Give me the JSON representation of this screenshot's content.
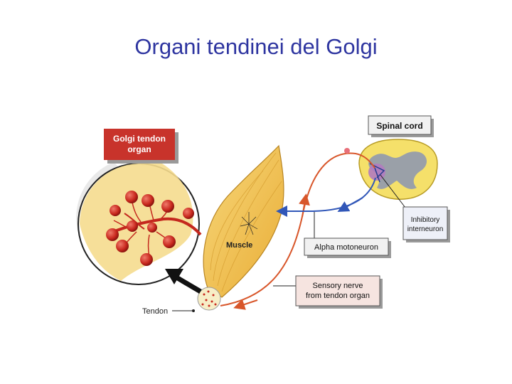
{
  "slide": {
    "title": "Organi tendinei del Golgi"
  },
  "diagram": {
    "labels": {
      "golgi_line1": "Golgi tendon",
      "golgi_line2": "organ",
      "spinal_cord": "Spinal cord",
      "inhibitory_line1": "Inhibitory",
      "inhibitory_line2": "interneuron",
      "muscle": "Muscle",
      "alpha_motoneuron": "Alpha motoneuron",
      "sensory_line1": "Sensory nerve",
      "sensory_line2": "from tendon organ",
      "tendon": "Tendon"
    },
    "colors": {
      "title": "#2e35a0",
      "red_label_box": "#c8332b",
      "muscle": "#f2c04e",
      "sensory_nerve": "#d8562a",
      "motor_nerve": "#3157b8",
      "spinal_cord": "#f5e06a",
      "grey_matter": "#9aa0a8"
    }
  }
}
